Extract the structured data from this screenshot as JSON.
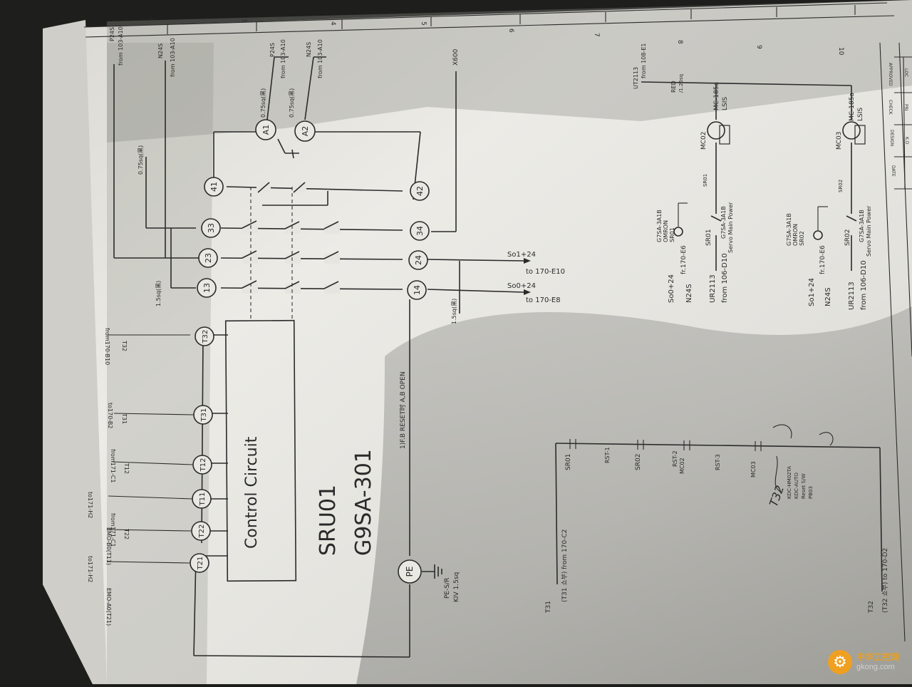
{
  "sheet": {
    "column_numbers": [
      "2",
      "3",
      "4",
      "5",
      "6",
      "7",
      "8",
      "9",
      "10"
    ],
    "title_block": [
      "APPROVED",
      "LOC",
      "CHECK",
      "PRI",
      "DESIGN",
      "K.D",
      "DATE"
    ]
  },
  "relay": {
    "name": "SRU01",
    "model": "G9SA-301",
    "box_label": "Control Circuit",
    "note": "1)F.B RESET时 A,B OPEN",
    "terminals": {
      "T21": "T21",
      "T22": "T22",
      "T11": "T11",
      "T12": "T12",
      "T31": "T31",
      "T32": "T32",
      "t13": "13",
      "t23": "23",
      "t33": "33",
      "t41": "41",
      "t14": "14",
      "t24": "24",
      "t34": "34",
      "t42": "42",
      "A1": "A1",
      "A2": "A2",
      "PE": "PE"
    }
  },
  "wire_labels": {
    "emo_a21": "EMO-A0(T21)",
    "to171_h2a": "to171-H2",
    "t22": "T22",
    "from171_c1a": "from171-C1",
    "emo_b0": "EMO-B0(T11)",
    "to171_h2b": "to171-H2",
    "t12": "T12",
    "from171_c1b": "from171-C1",
    "t31": "T31",
    "to170_b2": "to170-B2",
    "t32": "T32",
    "from170_b10": "from170-B10",
    "p24s": "P24S",
    "from103_a10a": "from 103-A10",
    "n24s": "N24S",
    "from103_a10b": "from 103-A10",
    "w075a": "0.75sq(黑)",
    "w075b": "0.75sq(黑)",
    "w075c": "0.75sq(黑)",
    "p24s_b": "P24S",
    "from103_a10c": "from 103-A10",
    "n24s_b": "N24S",
    "from103_a10d": "from 103-A10",
    "x600": "X600",
    "so1": "So1+24",
    "to170_e10": "to 170-E10",
    "so0": "So0+24",
    "to170_e8": "to 170-E8",
    "w15a": "1.5sq(黑)",
    "w15b": "1.5sq(黑)",
    "pe_sr": "PE-S/R",
    "kiv": "KIV 1.5sq"
  },
  "right": {
    "ut2113": "UT2113",
    "from108": "from 108-E1",
    "red": "RED",
    "w125": "/1.25sq",
    "mc02": "MC02",
    "mc185a": "MC-185a",
    "lsis_a": "LSIS",
    "mc03": "MC03",
    "mc185b": "MC-185a",
    "lsis_b": "LSIS",
    "sr01_sig": "SR01",
    "sr02_sig": "SR02",
    "g7sa_a": "G7SA-3A1B",
    "omron_a": "OMRON",
    "sr01_a": "SR01",
    "sr01_b": "SR01",
    "g7sa_b": "G7SA-3A1B",
    "servo_a": "Servo Main Power",
    "so0b": "So0+24",
    "n24s_c": "N24S",
    "fr170_e6a": "fr.170-E6",
    "ur2113_a": "UR2113",
    "from106_a": "from 106-D10",
    "g7sa_c": "G7SA-3A1B",
    "omron_b": "OMRON",
    "sr02_a": "SR02",
    "sr02_b": "SR02",
    "g7sa_d": "G7SA-3A1B",
    "servo_b": "Servo Main Power",
    "so1b": "So1+24",
    "n24s_d": "N24S",
    "fr170_e6b": "fr.170-E6",
    "ur2113_b": "UR2113",
    "from106_b": "from 106-D10"
  },
  "ladder": {
    "sr01": "SR01",
    "rst1": "RST-1",
    "sr02": "SR02",
    "rst2": "RST-2",
    "mc02": "MC02",
    "rst3": "RST-3",
    "mc03": "MC03",
    "t31": "T31",
    "t31_from": "(T31 쇼부) from 170-C2",
    "t32": "T32",
    "t32_to": "(T32 쇼부) to 170-D2",
    "kdc": "KDC-HM02TA",
    "kdc_auto": "KDC-AUTO",
    "reset_sw": "Reset S/W",
    "pb03": "PB03",
    "handwrite": "T32"
  },
  "watermark": {
    "brand": "中华工控网",
    "site": "gkong.com"
  }
}
